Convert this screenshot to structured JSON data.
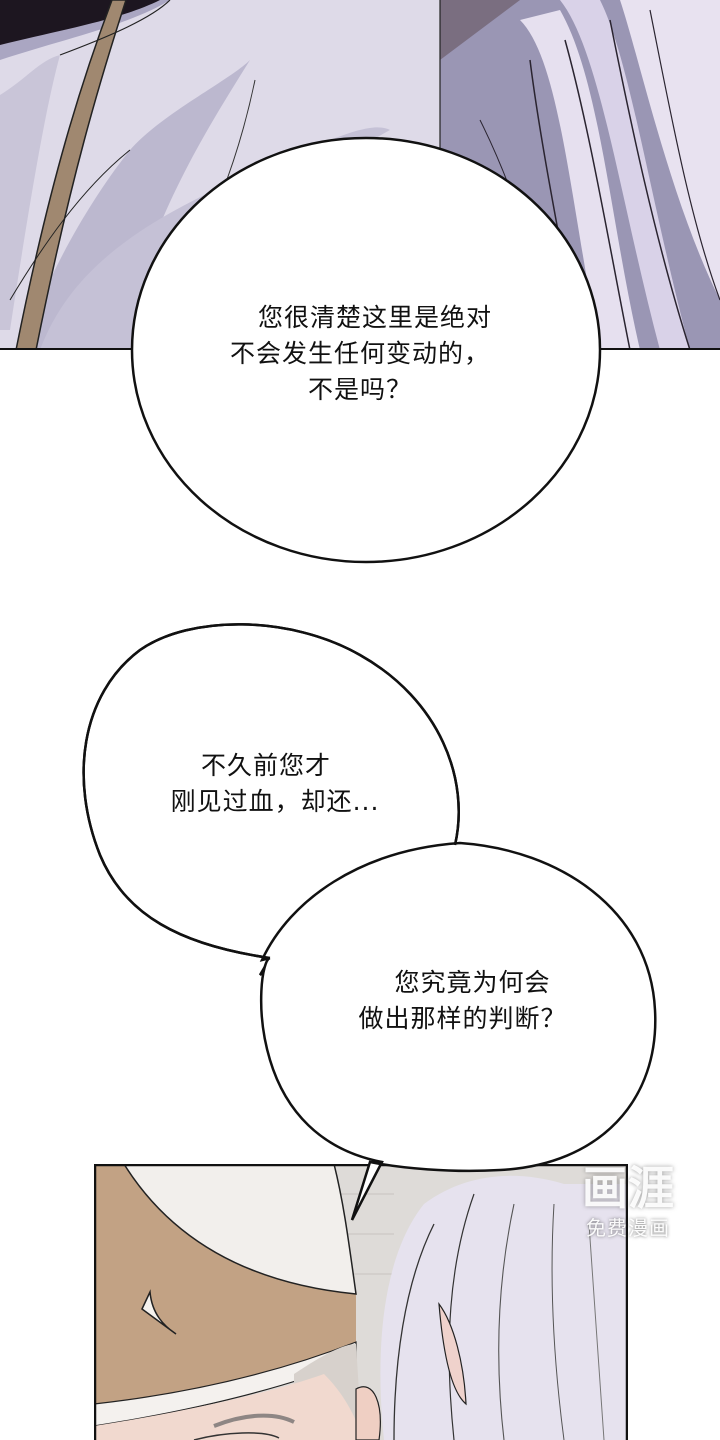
{
  "comic": {
    "panels": [
      {
        "id": "panel-top",
        "description": "Close-up of a figure in pale lavender robes with a tan strap and long silver-white hair",
        "colors": {
          "robe": "#dcd7e6",
          "robe_shadow": "#9b97b4",
          "strap": "#a08870",
          "hair": "#e8e2f0",
          "dark_bg": "#1d1620"
        }
      },
      {
        "id": "panel-bottom",
        "description": "An elderly man in a tan and white mitre-like hat beside a silver-haired figure",
        "colors": {
          "hat_tan": "#c2a284",
          "hat_white": "#f2efec",
          "skin": "#f1d9cf",
          "hair": "#e6e2ee",
          "wall": "#dedbd8"
        }
      }
    ],
    "bubbles": [
      {
        "id": "bubble-1",
        "lines": [
          "您很清楚这里是绝对",
          "不会发生任何变动的，",
          "不是吗？"
        ]
      },
      {
        "id": "bubble-2",
        "lines": [
          "不久前您才",
          "刚见过血，却还..."
        ]
      },
      {
        "id": "bubble-3",
        "lines": [
          "您究竟为何会",
          "做出那样的判断？"
        ]
      }
    ],
    "watermark": {
      "logo": "画涯",
      "subtitle": "免费漫画"
    }
  }
}
